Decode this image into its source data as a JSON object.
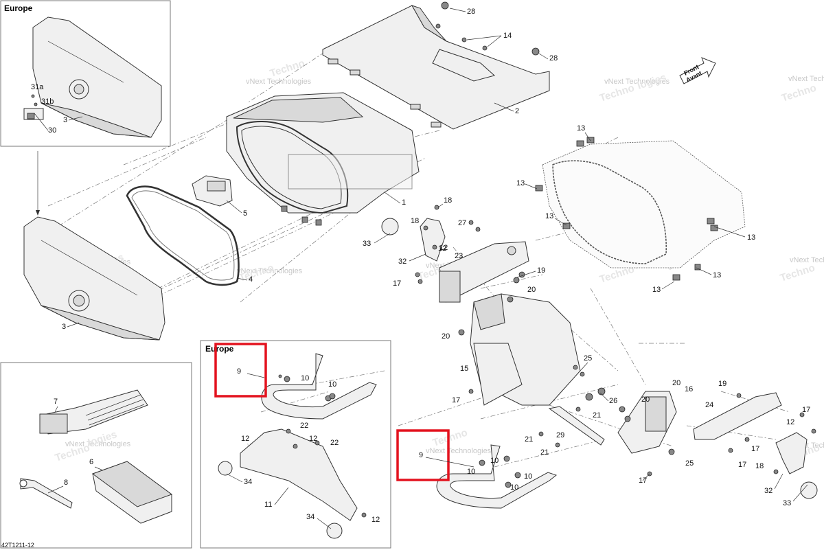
{
  "regions": {
    "top_left_box_title": "Europe",
    "middle_box_title": "Europe"
  },
  "front_arrow": {
    "line1": "Front",
    "line2": "Avant"
  },
  "watermark": {
    "line1": "vNext Technologies",
    "word1": "Techno",
    "word2": "logies"
  },
  "drawing_code": "42T1211-12",
  "highlight_color": "#e3121e",
  "callouts": [
    {
      "id": "c1",
      "label": "28"
    },
    {
      "id": "c2",
      "label": "14"
    },
    {
      "id": "c3",
      "label": "28"
    },
    {
      "id": "c4",
      "label": "2"
    },
    {
      "id": "c5",
      "label": "1"
    },
    {
      "id": "c6",
      "label": "5"
    },
    {
      "id": "c7",
      "label": "4"
    },
    {
      "id": "c8",
      "label": "3"
    },
    {
      "id": "c9",
      "label": "3"
    },
    {
      "id": "c10",
      "label": "31a"
    },
    {
      "id": "c11",
      "label": "31b"
    },
    {
      "id": "c12",
      "label": "30"
    },
    {
      "id": "c13",
      "label": "13"
    },
    {
      "id": "c14",
      "label": "13"
    },
    {
      "id": "c15",
      "label": "13"
    },
    {
      "id": "c16",
      "label": "13"
    },
    {
      "id": "c17",
      "label": "13"
    },
    {
      "id": "c18",
      "label": "13"
    },
    {
      "id": "c19",
      "label": "18"
    },
    {
      "id": "c20",
      "label": "18"
    },
    {
      "id": "c21",
      "label": "27"
    },
    {
      "id": "c22",
      "label": "33"
    },
    {
      "id": "c23",
      "label": "12"
    },
    {
      "id": "c24",
      "label": "32"
    },
    {
      "id": "c25",
      "label": "23"
    },
    {
      "id": "c26",
      "label": "19"
    },
    {
      "id": "c27",
      "label": "17"
    },
    {
      "id": "c28",
      "label": "20"
    },
    {
      "id": "c29",
      "label": "20"
    },
    {
      "id": "c30",
      "label": "15"
    },
    {
      "id": "c31",
      "label": "25"
    },
    {
      "id": "c32",
      "label": "17"
    },
    {
      "id": "c33",
      "label": "26"
    },
    {
      "id": "c34",
      "label": "21"
    },
    {
      "id": "c35",
      "label": "29"
    },
    {
      "id": "c36",
      "label": "21"
    },
    {
      "id": "c37",
      "label": "21"
    },
    {
      "id": "c38",
      "label": "20"
    },
    {
      "id": "c39",
      "label": "16"
    },
    {
      "id": "c40",
      "label": "20"
    },
    {
      "id": "c41",
      "label": "25"
    },
    {
      "id": "c42",
      "label": "17"
    },
    {
      "id": "c43",
      "label": "19"
    },
    {
      "id": "c44",
      "label": "24"
    },
    {
      "id": "c45",
      "label": "17"
    },
    {
      "id": "c46",
      "label": "17"
    },
    {
      "id": "c47",
      "label": "18"
    },
    {
      "id": "c48",
      "label": "32"
    },
    {
      "id": "c49",
      "label": "33"
    },
    {
      "id": "c50",
      "label": "12"
    },
    {
      "id": "c51",
      "label": "9"
    },
    {
      "id": "c52",
      "label": "10"
    },
    {
      "id": "c53",
      "label": "10"
    },
    {
      "id": "c54",
      "label": "22"
    },
    {
      "id": "c55",
      "label": "12"
    },
    {
      "id": "c56",
      "label": "12"
    },
    {
      "id": "c57",
      "label": "22"
    },
    {
      "id": "c58",
      "label": "34"
    },
    {
      "id": "c59",
      "label": "11"
    },
    {
      "id": "c60",
      "label": "34"
    },
    {
      "id": "c61",
      "label": "12"
    },
    {
      "id": "c62",
      "label": "9"
    },
    {
      "id": "c63",
      "label": "10"
    },
    {
      "id": "c64",
      "label": "10"
    },
    {
      "id": "c65",
      "label": "10"
    },
    {
      "id": "c66",
      "label": "10"
    },
    {
      "id": "c67",
      "label": "7"
    },
    {
      "id": "c68",
      "label": "6"
    },
    {
      "id": "c69",
      "label": "8"
    },
    {
      "id": "c70",
      "label": "12"
    },
    {
      "id": "c71",
      "label": "17"
    }
  ]
}
